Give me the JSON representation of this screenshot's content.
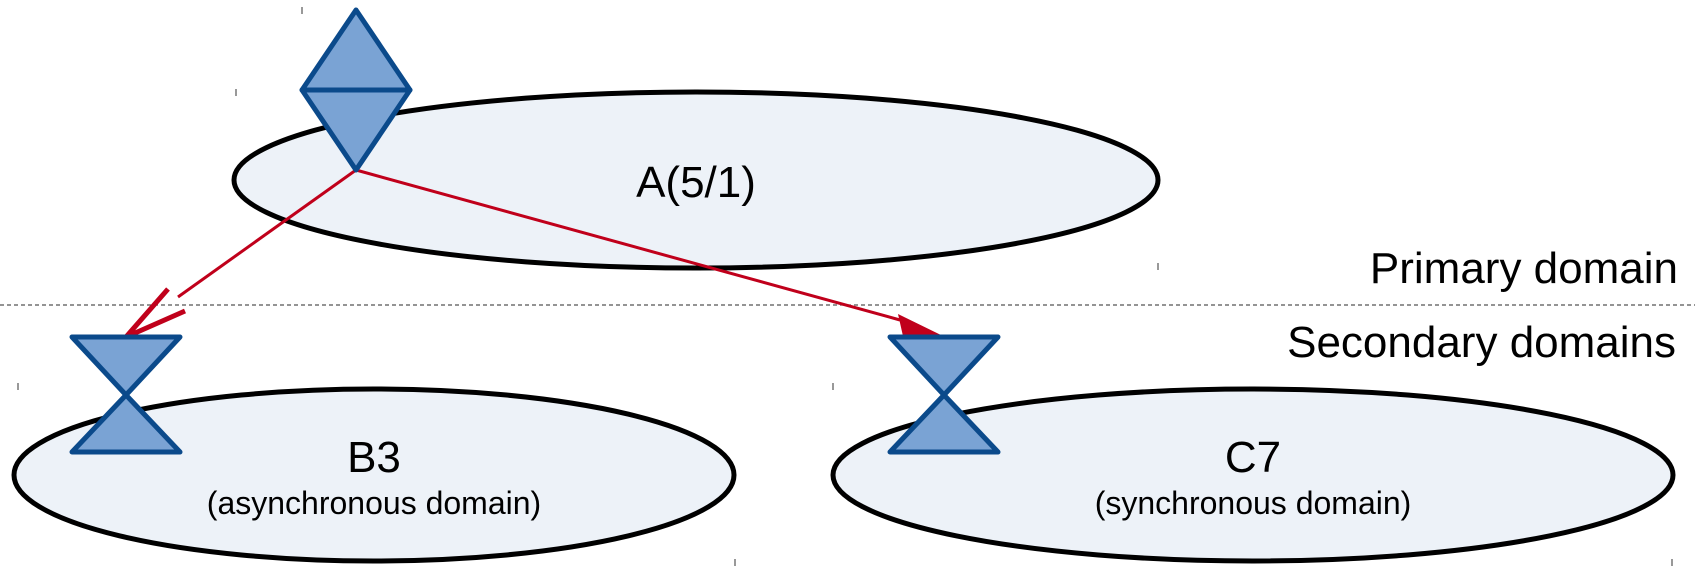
{
  "colors": {
    "ellipse_fill": "#edf2f8",
    "ellipse_stroke": "#000000",
    "icon_fill": "#7aa3d4",
    "icon_stroke": "#0b4a8b",
    "arrow": "#c0001b",
    "divider": "#555555"
  },
  "domains": {
    "primary_label": "Primary domain",
    "secondary_label": "Secondary domains"
  },
  "nodes": [
    {
      "id": "A",
      "label": "A(5/1)",
      "sublabel": ""
    },
    {
      "id": "B",
      "label": "B3",
      "sublabel": "(asynchronous domain)"
    },
    {
      "id": "C",
      "label": "C7",
      "sublabel": "(synchronous domain)"
    }
  ],
  "icons": [
    {
      "node": "A",
      "shape": "diamond",
      "name": "diamond-icon"
    },
    {
      "node": "B",
      "shape": "hourglass",
      "name": "hourglass-icon"
    },
    {
      "node": "C",
      "shape": "hourglass",
      "name": "hourglass-icon"
    }
  ],
  "edges": [
    {
      "from": "A",
      "to": "B",
      "arrowhead": "open"
    },
    {
      "from": "A",
      "to": "C",
      "arrowhead": "filled"
    }
  ]
}
